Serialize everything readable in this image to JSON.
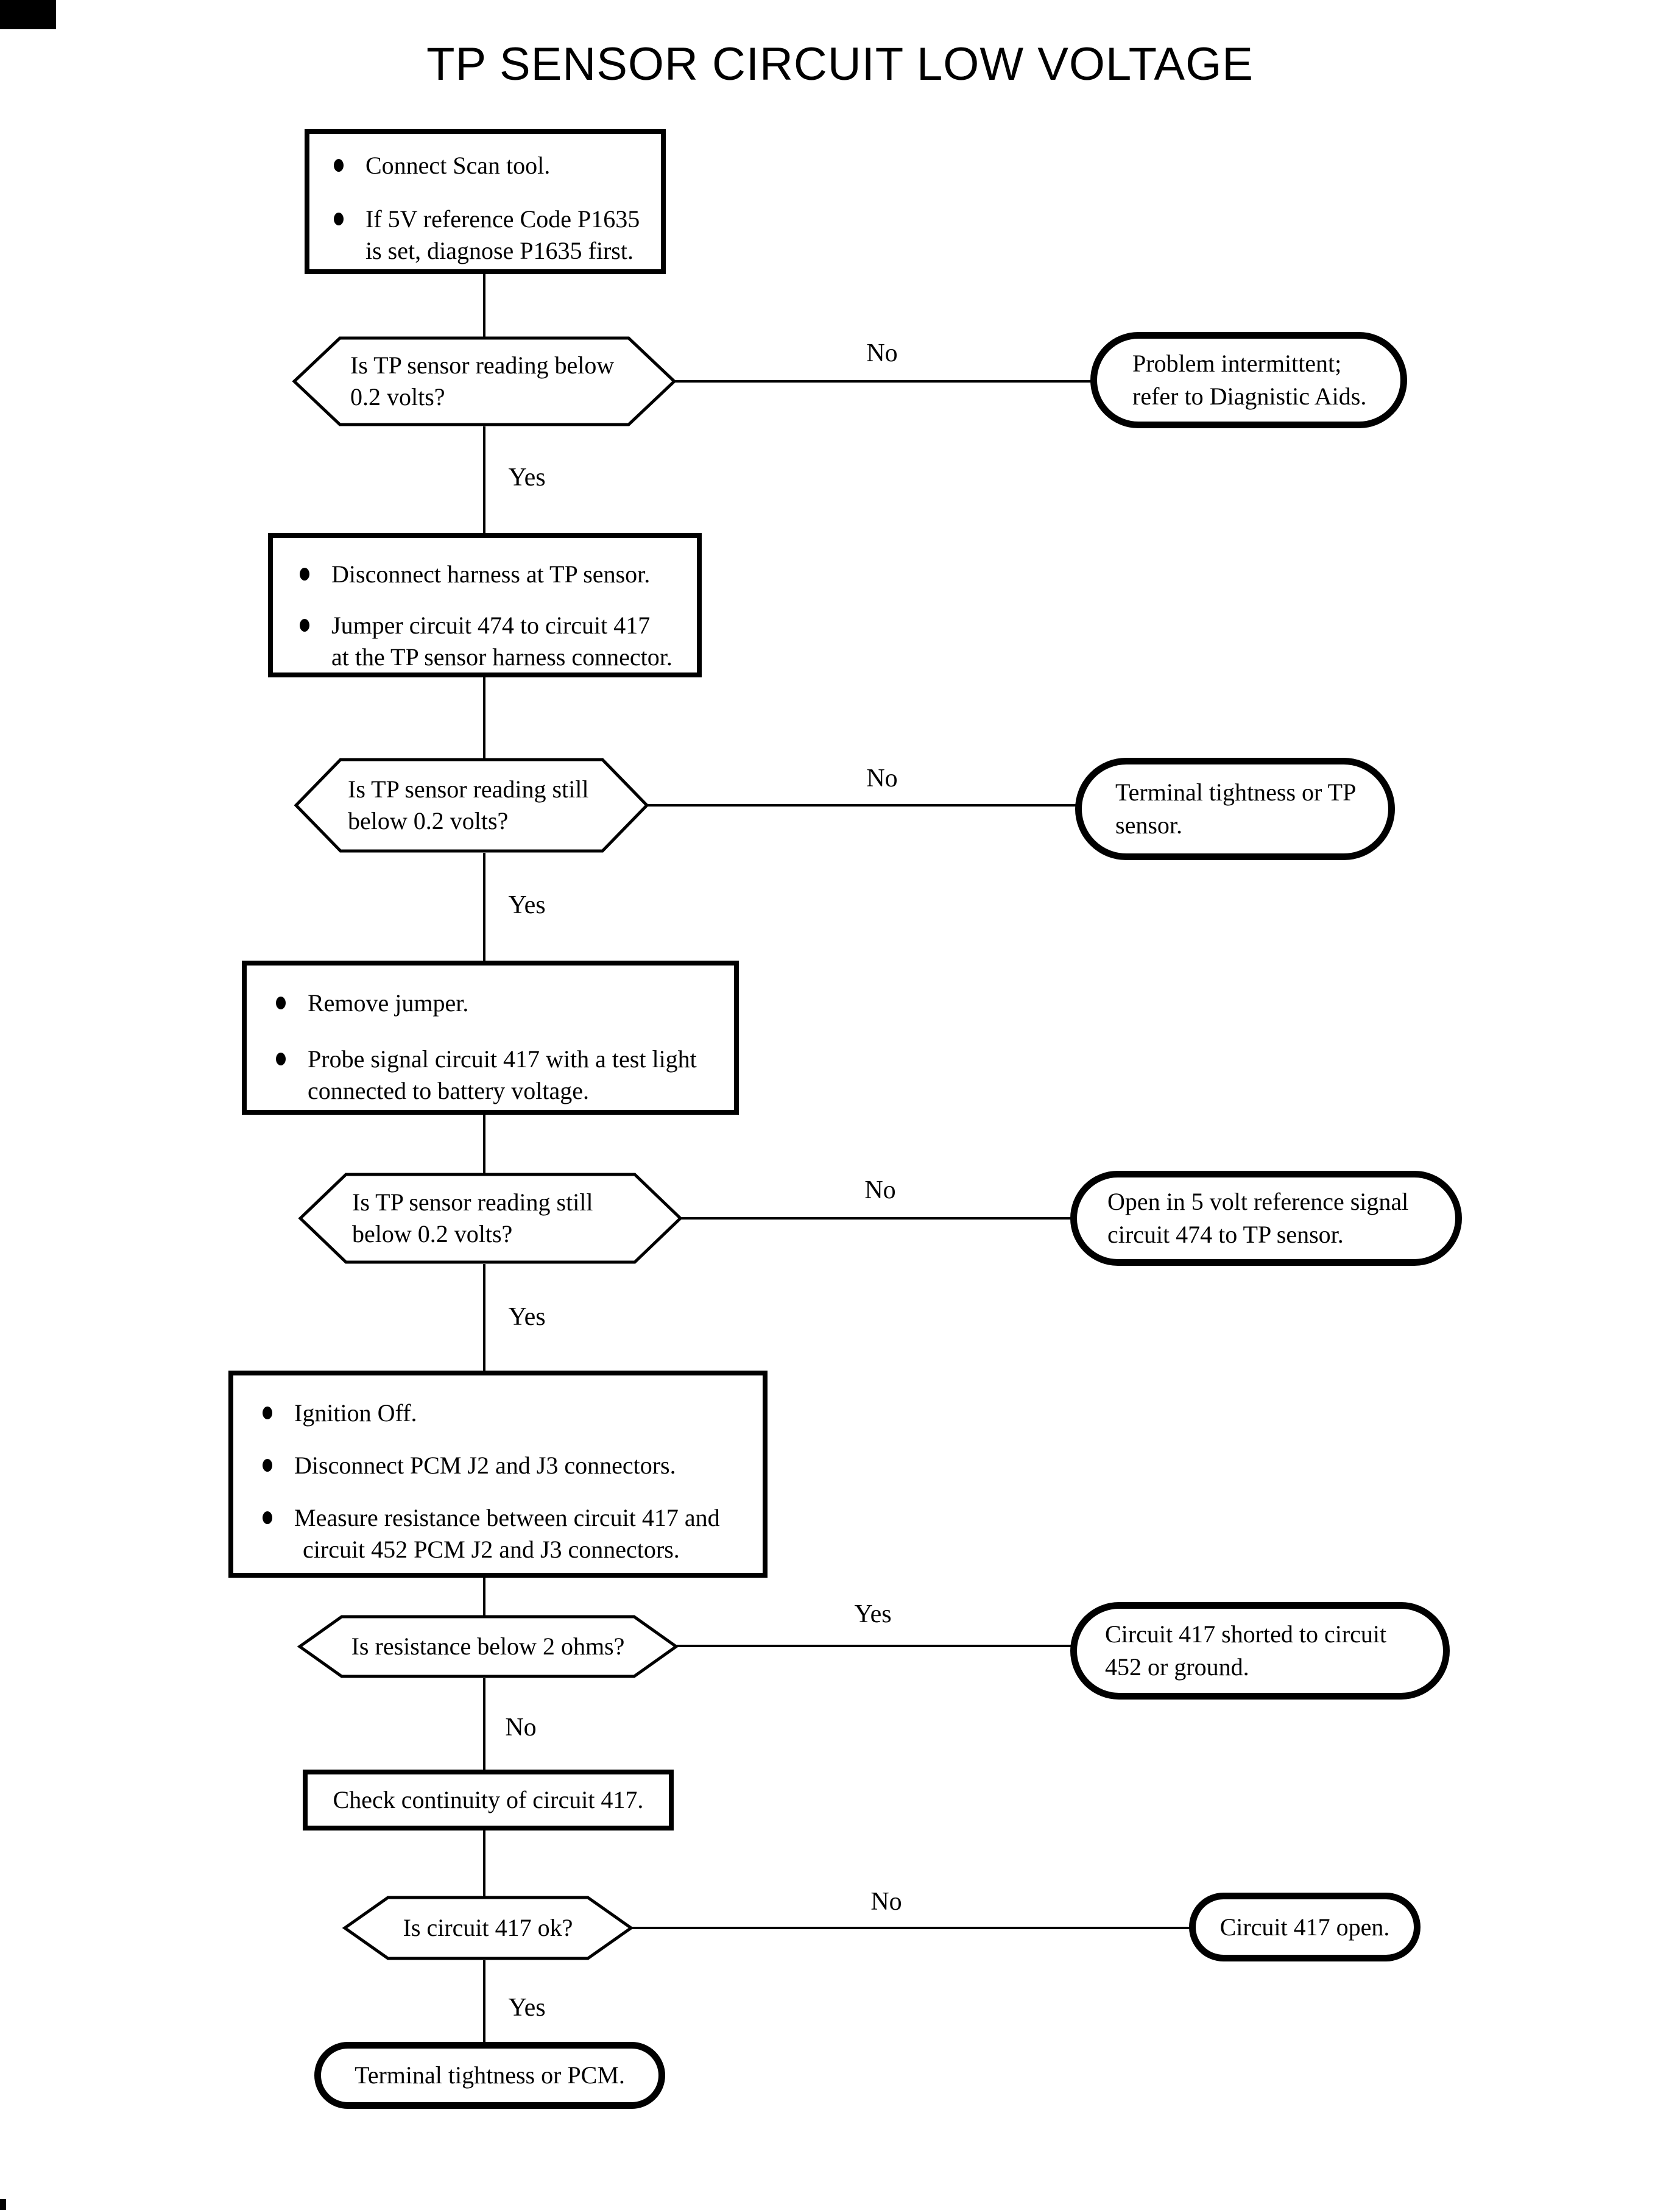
{
  "page": {
    "title": "TP SENSOR CIRCUIT LOW VOLTAGE",
    "background": "#ffffff",
    "ink": "#000000"
  },
  "labels": {
    "yes": "Yes",
    "no": "No"
  },
  "process_boxes": {
    "step1": {
      "bullet1": "Connect Scan tool.",
      "bullet2_line1": "If 5V reference Code P1635",
      "bullet2_line2": "is set, diagnose P1635 first."
    },
    "step2": {
      "bullet1": "Disconnect harness at TP sensor.",
      "bullet2_line1": "Jumper circuit 474 to circuit 417",
      "bullet2_line2": "at the TP sensor harness connector."
    },
    "step3": {
      "bullet1": "Remove jumper.",
      "bullet2_line1": "Probe signal circuit 417 with a test light",
      "bullet2_line2": "connected to battery voltage."
    },
    "step4": {
      "bullet1": "Ignition Off.",
      "bullet2": "Disconnect PCM J2 and J3 connectors.",
      "bullet3_line1": "Measure resistance between circuit 417 and",
      "bullet3_line2": "circuit 452 PCM J2 and J3 connectors."
    },
    "step5": {
      "text": "Check continuity of circuit 417."
    }
  },
  "decisions": {
    "d1": {
      "line1": "Is TP sensor reading below",
      "line2": "0.2 volts?"
    },
    "d2": {
      "line1": "Is TP sensor reading still",
      "line2": "below 0.2 volts?"
    },
    "d3": {
      "line1": "Is TP sensor reading still",
      "line2": "below 0.2 volts?"
    },
    "d4": {
      "line1": "Is resistance below 2 ohms?"
    },
    "d5": {
      "line1": "Is circuit 417 ok?"
    }
  },
  "terminals": {
    "t1": {
      "line1": "Problem intermittent;",
      "line2": "refer to Diagnistic Aids."
    },
    "t2": {
      "line1": "Terminal tightness or TP",
      "line2": "sensor."
    },
    "t3": {
      "line1": "Open in 5 volt reference signal",
      "line2": "circuit 474 to TP sensor."
    },
    "t4": {
      "line1": "Circuit 417 shorted to circuit",
      "line2": "452 or ground."
    },
    "t5": {
      "line1": "Circuit 417 open."
    },
    "t6": {
      "line1": "Terminal tightness or PCM."
    }
  }
}
